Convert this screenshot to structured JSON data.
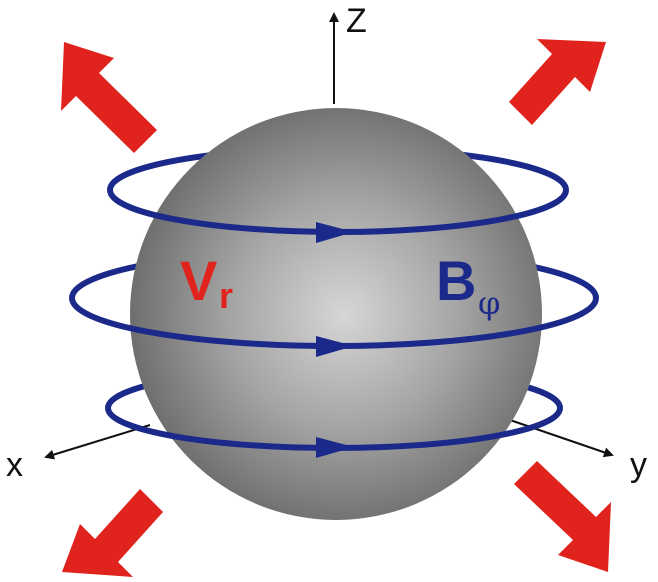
{
  "axes": {
    "z_label": "Z",
    "x_label": "x",
    "y_label": "y"
  },
  "labels": {
    "velocity_main": "V",
    "velocity_sub": "r",
    "field_main": "B",
    "field_sub": "φ"
  },
  "colors": {
    "outflow_arrow": "#e0231c",
    "field_loop": "#1b2a8a",
    "sphere": "#8c8c8c",
    "axis": "#111111"
  }
}
